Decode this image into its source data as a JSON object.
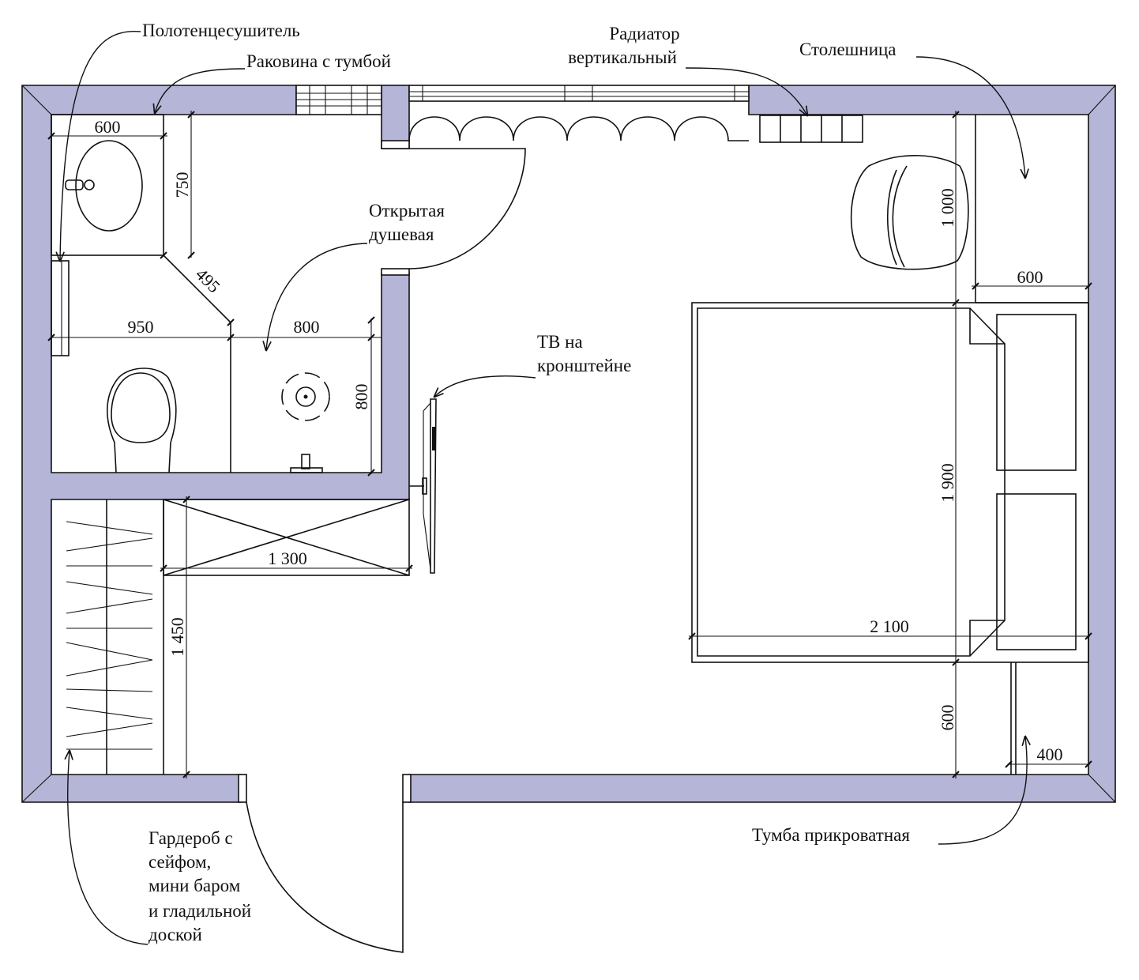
{
  "colors": {
    "wall_fill": "#b5b5d8",
    "line": "#111111",
    "background": "#ffffff"
  },
  "labels": {
    "towel_dryer": "Полотенцесушитель",
    "sink_cabinet": "Раковина с тумбой",
    "radiator_l1": "Радиатор",
    "radiator_l2": "вертикальный",
    "countertop": "Столешница",
    "shower_l1": "Открытая",
    "shower_l2": "душевая",
    "tv_l1": "ТВ на",
    "tv_l2": "кронштейне",
    "wardrobe_l1": "Гардероб с",
    "wardrobe_l2": "сейфом,",
    "wardrobe_l3": "мини баром",
    "wardrobe_l4": "и гладильной",
    "wardrobe_l5": "доской",
    "nightstand": "Тумба прикроватная"
  },
  "dimensions": {
    "sink_width": "600",
    "sink_depth": "750",
    "diagonal": "495",
    "wc_width": "950",
    "shower_width": "800",
    "shower_depth": "800",
    "countertop_length": "1 000",
    "countertop_depth": "600",
    "bed_length": "1 900",
    "bed_width": "2 100",
    "tv_stand": "1 300",
    "wardrobe_length": "1 450",
    "bed_gap": "600",
    "nightstand_width": "400"
  },
  "icons": [
    "sink-icon",
    "toilet-icon",
    "shower-drain-icon",
    "radiator-icon",
    "armchair-icon",
    "bed-icon",
    "tv-icon",
    "wardrobe-hangers-icon"
  ]
}
